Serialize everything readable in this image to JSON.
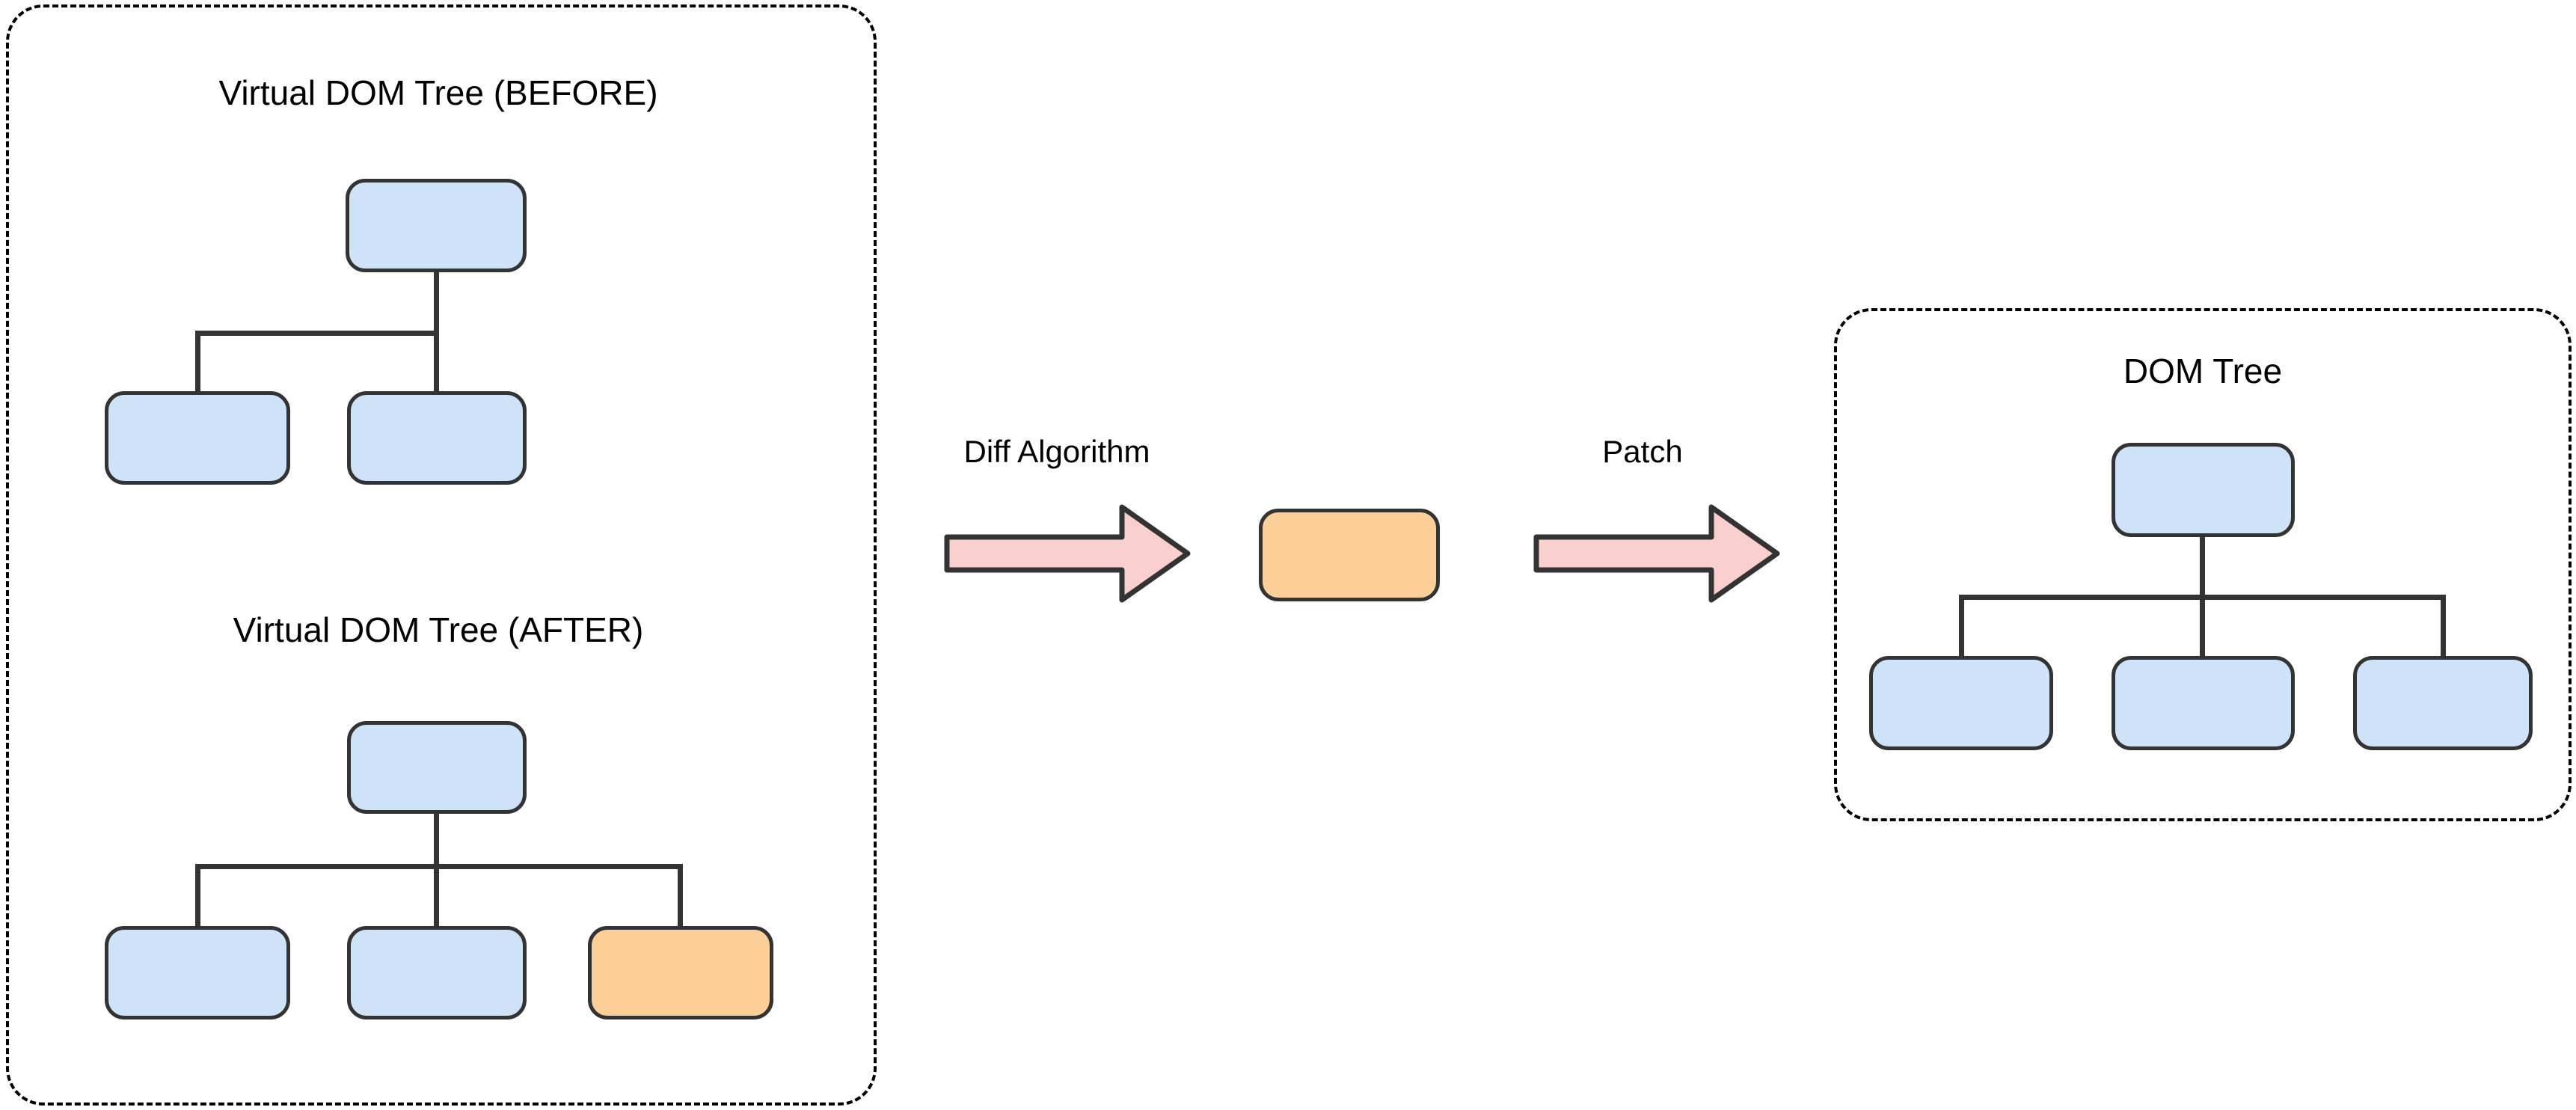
{
  "colors": {
    "node_blue": "#cee3f8",
    "node_orange": "#fccf99",
    "arrow_pink": "#f9cfcd",
    "stroke_dark": "#333333",
    "dashed_border": "#000000",
    "text": "#000000",
    "background": "#ffffff"
  },
  "left_panel": {
    "before_title": "Virtual DOM Tree (BEFORE)",
    "after_title": "Virtual DOM Tree (AFTER)",
    "before_tree": {
      "root": "blue",
      "children": [
        "blue",
        "blue"
      ]
    },
    "after_tree": {
      "root": "blue",
      "children": [
        "blue",
        "blue",
        "orange"
      ]
    }
  },
  "pipeline": {
    "diff_label": "Diff Algorithm",
    "diff_arrow": "pink-right-arrow",
    "patch_node": "orange",
    "patch_label": "Patch",
    "patch_arrow": "pink-right-arrow"
  },
  "right_panel": {
    "title": "DOM Tree",
    "tree": {
      "root": "blue",
      "children": [
        "blue",
        "blue",
        "blue"
      ]
    }
  }
}
